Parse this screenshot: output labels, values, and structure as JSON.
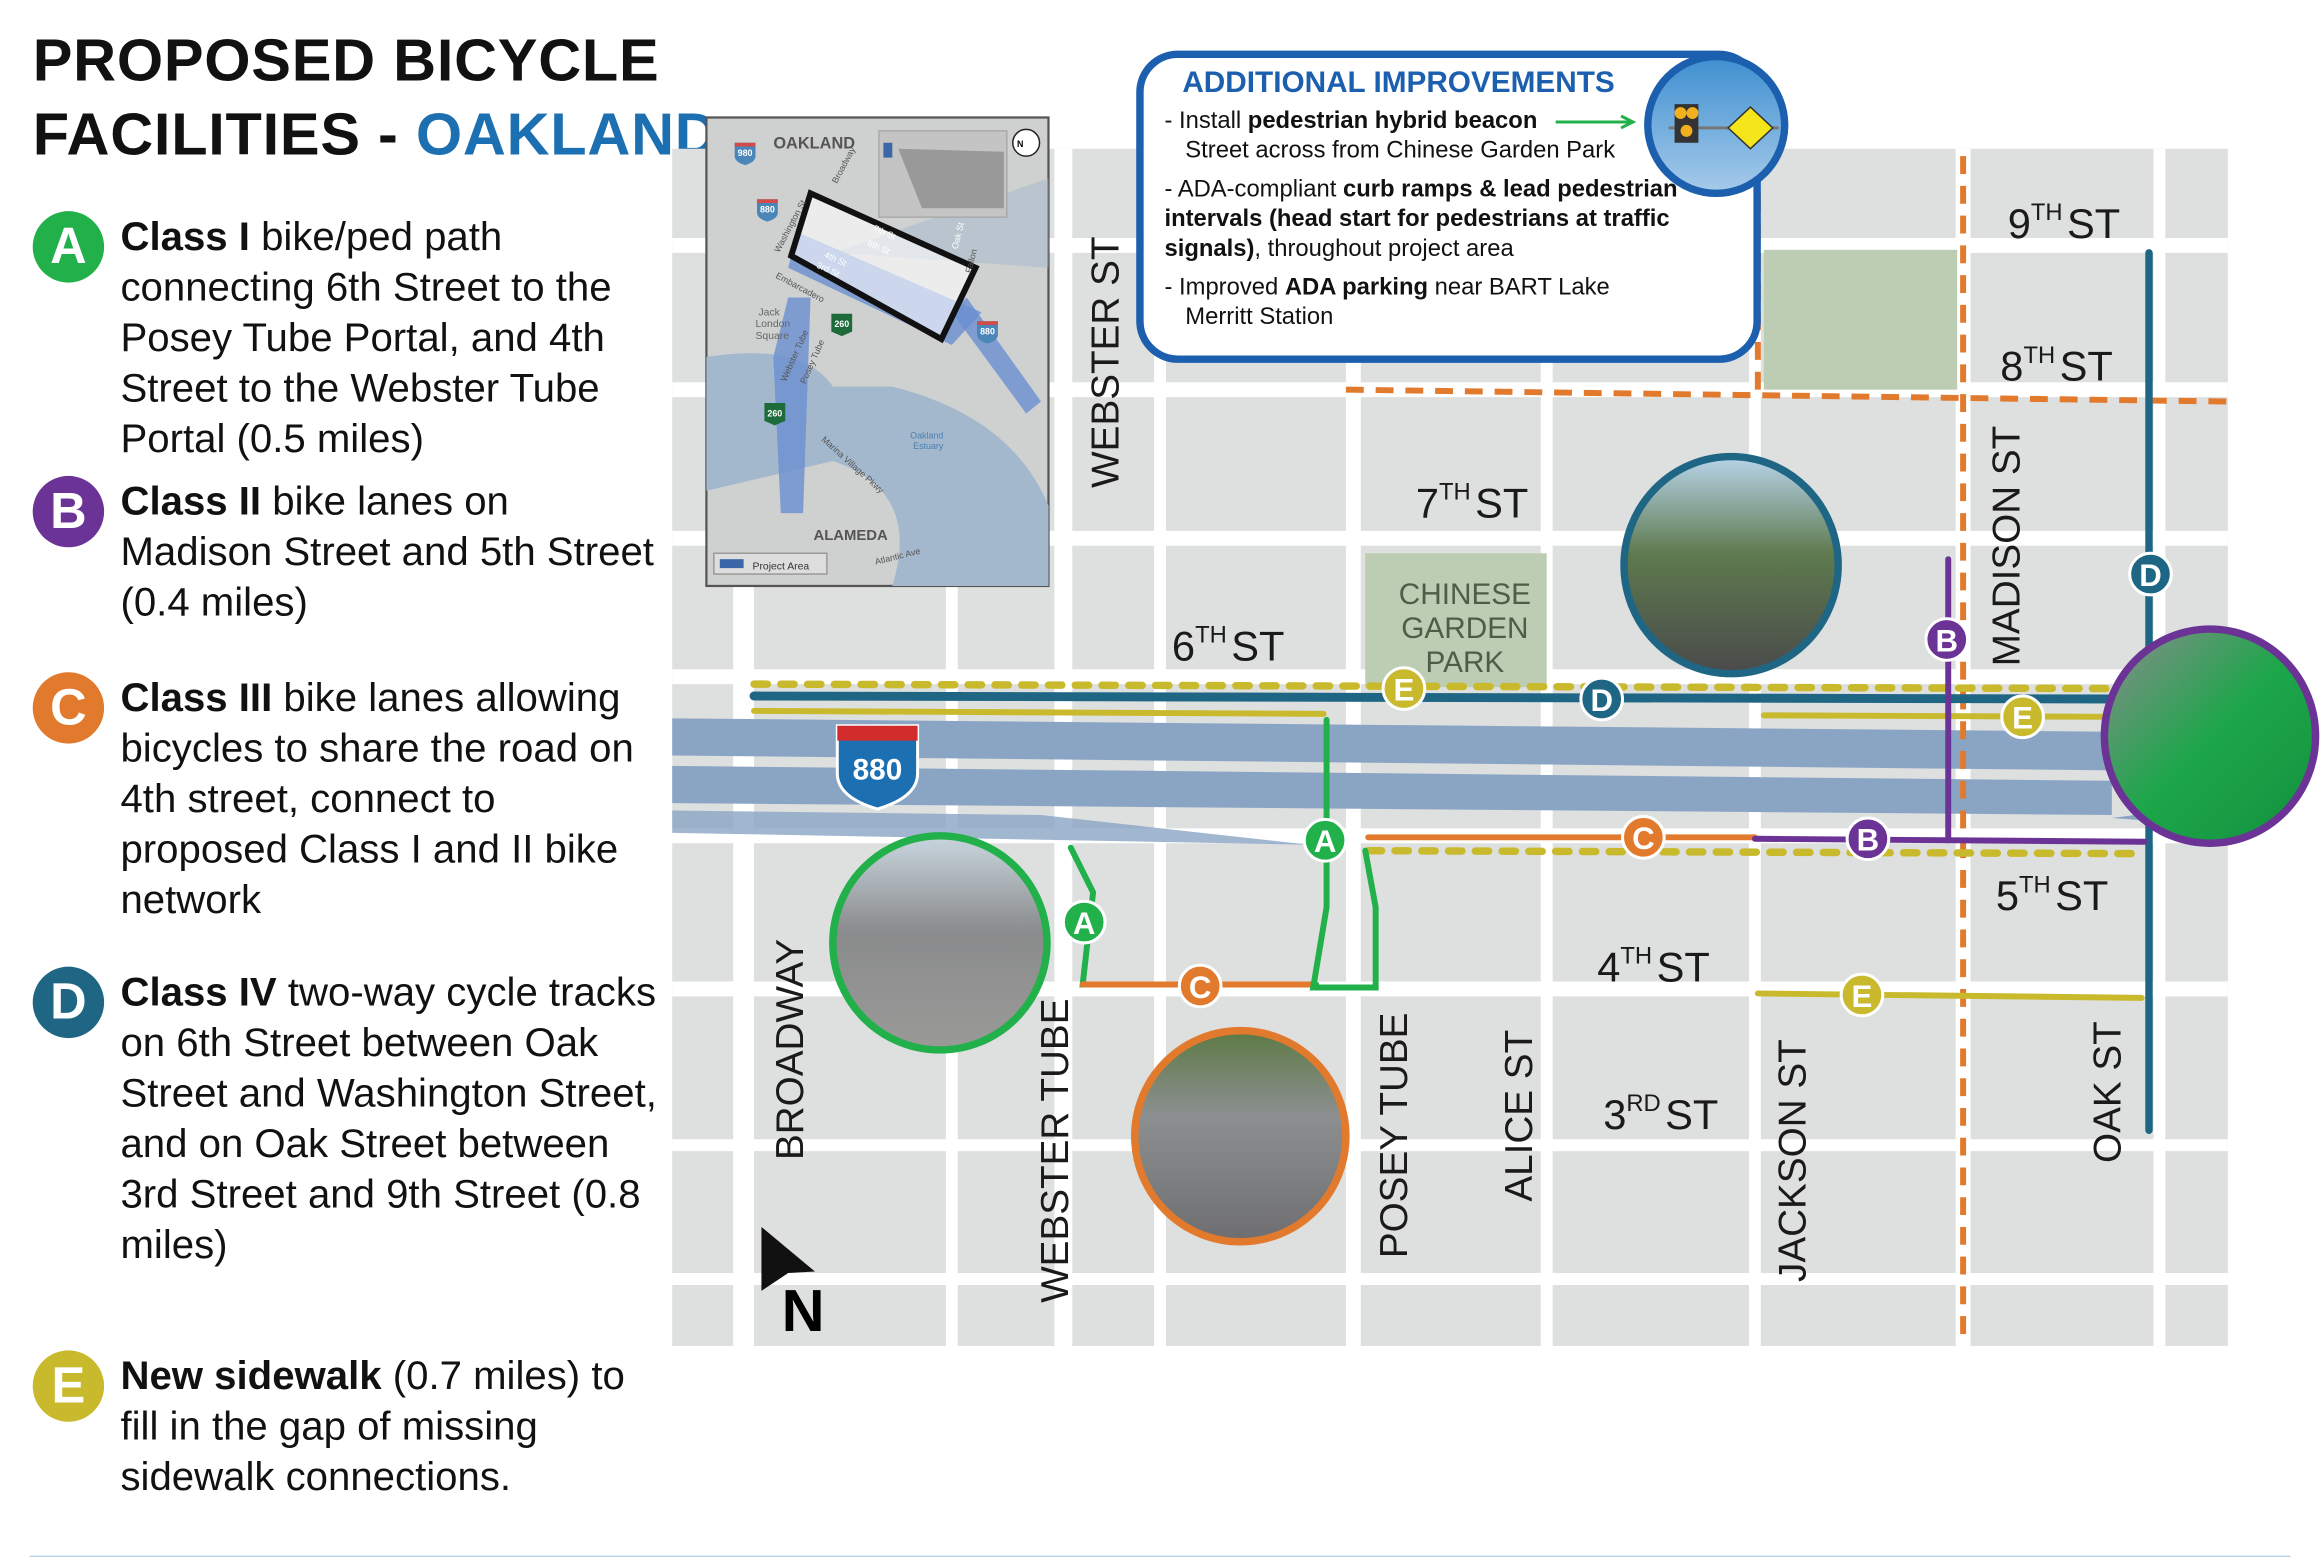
{
  "title": {
    "line1": "PROPOSED BICYCLE",
    "line2_prefix": "FACILITIES - ",
    "line2_accent": "OAKLAND"
  },
  "colors": {
    "class_a": "#22b04b",
    "class_b": "#6b3395",
    "class_c": "#e27a2e",
    "class_d": "#1f6685",
    "class_e": "#c9b92c",
    "accent": "#1c6fb0",
    "freeway": "#8aa5c4",
    "block": "#dedfdf",
    "park": "#bccdb3"
  },
  "legend": [
    {
      "letter": "A",
      "bold": "Class I",
      "text": " bike/ped path connecting 6th Street to the Posey Tube Portal, and 4th Street to the Webster Tube Portal (0.5 miles)"
    },
    {
      "letter": "B",
      "bold": "Class II",
      "text": " bike lanes on Madison Street and 5th Street (0.4 miles)"
    },
    {
      "letter": "C",
      "bold": "Class III",
      "text": " bike lanes allowing bicycles to share the road on 4th street, connect to proposed Class I and II bike network"
    },
    {
      "letter": "D",
      "bold": "Class IV",
      "text": " two-way cycle tracks on 6th Street between Oak Street and Washington Street, and on Oak Street between 3rd Street and 9th Street (0.8 miles)"
    },
    {
      "letter": "E",
      "bold": "New sidewalk",
      "text": " (0.7 miles) to fill in the gap of missing sidewalk connections."
    }
  ],
  "improvements": {
    "heading": "ADDITIONAL IMPROVEMENTS",
    "items": [
      {
        "pre": "- Install ",
        "bold": "pedestrian hybrid beacon",
        "post": "",
        "line2": "Street across from Chinese Garden Park"
      },
      {
        "pre": "- ADA-compliant ",
        "bold": "curb ramps & lead pedestrian intervals (head start for pedestrians at traffic signals)",
        "post": ", throughout project area",
        "line2": ""
      },
      {
        "pre": "- Improved ",
        "bold": "ADA parking",
        "post": " near BART Lake",
        "line2": "Merritt Station"
      }
    ],
    "icon": "pedestrian-hybrid-beacon-icon"
  },
  "streets": {
    "st9": "9",
    "st8": "8",
    "st7": "7",
    "st6": "6",
    "st5": "5",
    "st4": "4",
    "st3": "3",
    "th": "TH",
    "rd": "RD",
    "st": "ST",
    "webster": "WEBSTER ST",
    "madison": "MADISON ST",
    "broadway": "BROADWAY",
    "webster_tube": "WEBSTER TUBE",
    "posey_tube": "POSEY TUBE",
    "alice": "ALICE ST",
    "jackson": "JACKSON ST",
    "oak": "OAK ST",
    "park": [
      "CHINESE",
      "GARDEN",
      "PARK"
    ],
    "interstate": "880",
    "north": "N"
  },
  "inset": {
    "oakland": "OAKLAND",
    "alameda": "ALAMEDA",
    "jack": [
      "Jack",
      "London",
      "Square"
    ],
    "estuary": [
      "Oakland",
      "Estuary"
    ],
    "legend_label": "Project Area",
    "shields": [
      "980",
      "880",
      "880",
      "260",
      "260"
    ],
    "roads": [
      "Washington St",
      "Broadway",
      "Embarcadero",
      "Webster Tube",
      "Posey Tube",
      "Marina Village Pkwy",
      "Atlantic Ave",
      "Fallon",
      "7th St",
      "6th St",
      "4th St",
      "3rd St",
      "Oak St"
    ],
    "north": "N"
  },
  "photos": [
    "sidepath-photo",
    "cycle-track-photo",
    "green-bike-lane-photo",
    "bike-boulevard-photo"
  ]
}
